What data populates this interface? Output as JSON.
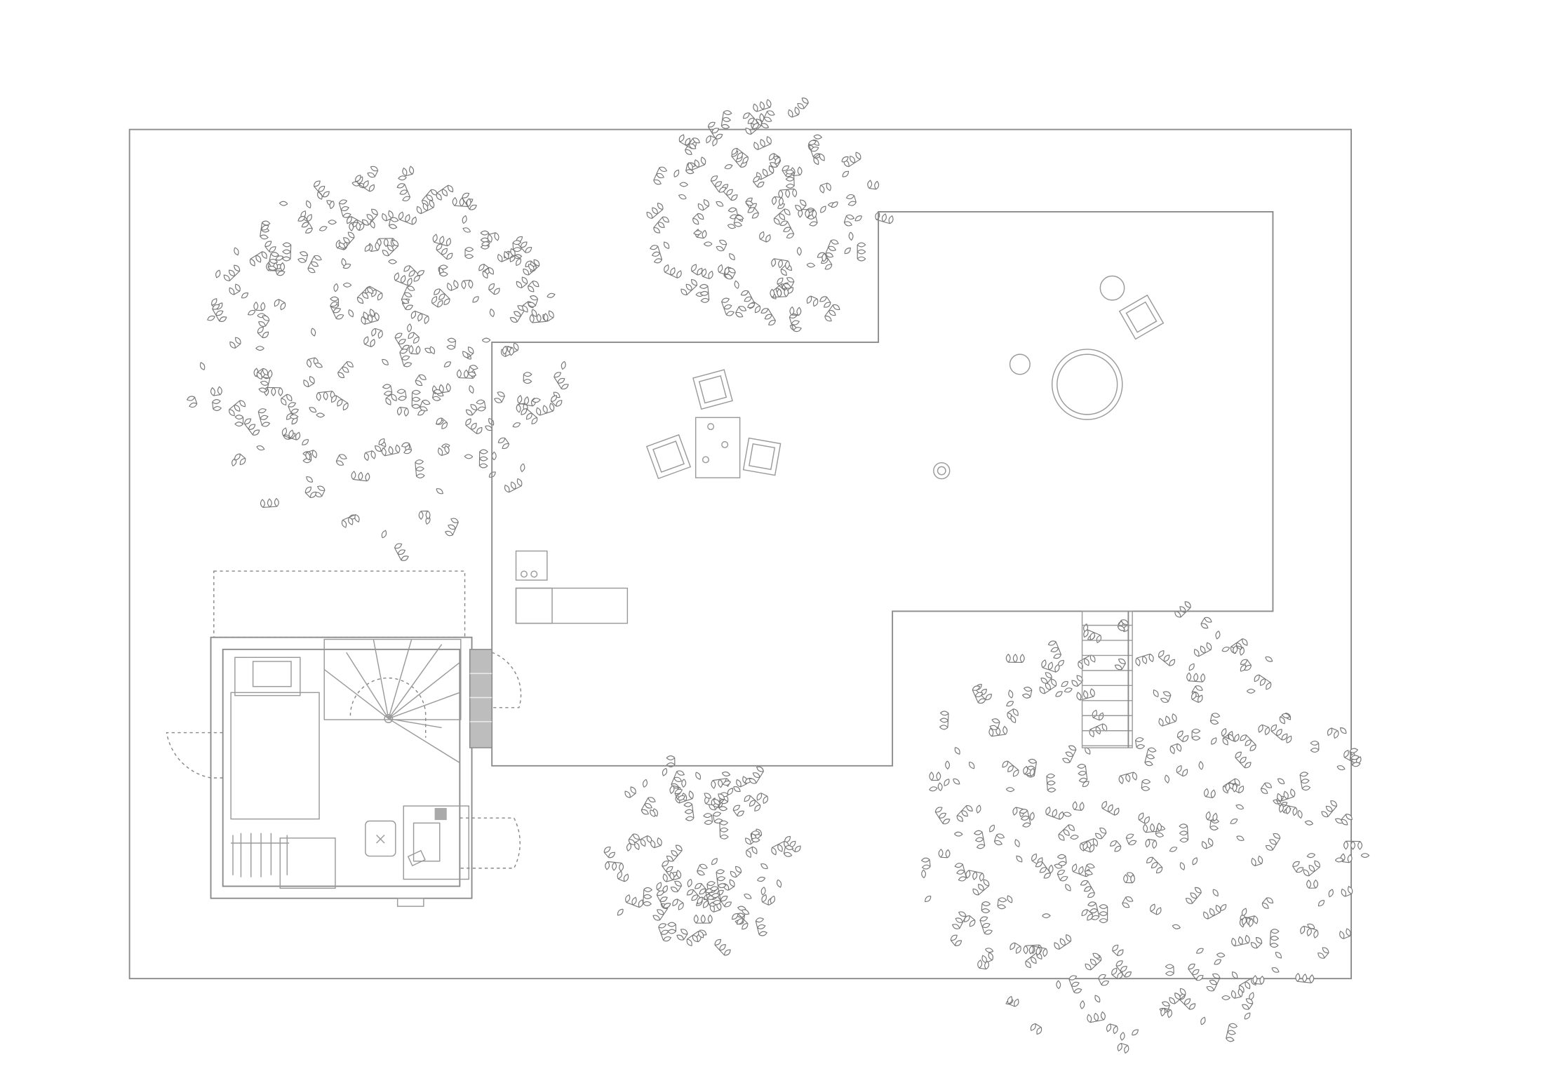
{
  "drawing": {
    "type": "site-plan",
    "colors": {
      "line": "#8a8a8a",
      "leaf": "#777777",
      "step_fill": "#bdbdbd",
      "background": "#ffffff"
    },
    "trees": [
      {
        "name": "tree-northwest",
        "leaves": 230
      },
      {
        "name": "tree-north",
        "leaves": 110
      },
      {
        "name": "tree-south",
        "leaves": 90
      },
      {
        "name": "tree-southeast",
        "leaves": 260
      }
    ]
  }
}
